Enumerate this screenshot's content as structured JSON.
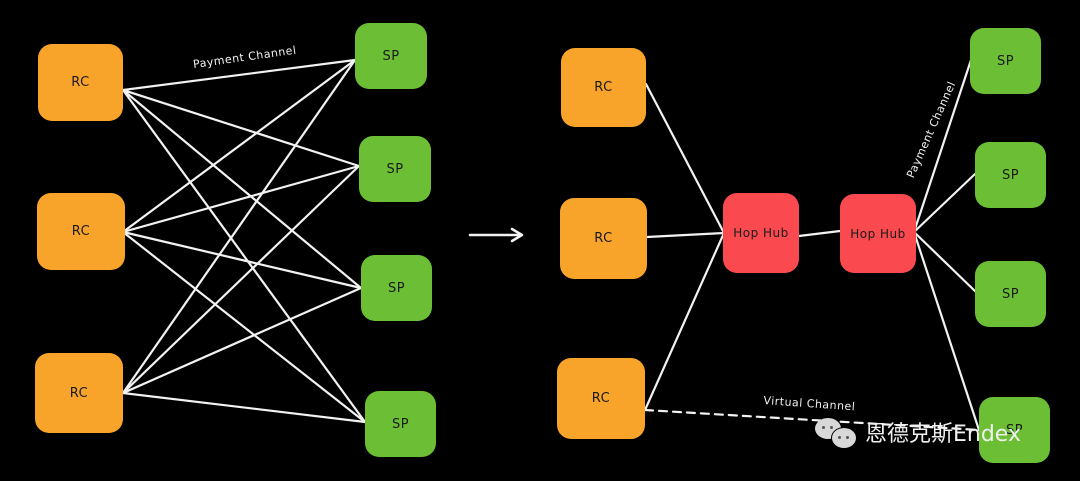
{
  "left_graph": {
    "rc_nodes": [
      {
        "id": "rc1",
        "label": "RC"
      },
      {
        "id": "rc2",
        "label": "RC"
      },
      {
        "id": "rc3",
        "label": "RC"
      }
    ],
    "sp_nodes": [
      {
        "id": "sp1",
        "label": "SP"
      },
      {
        "id": "sp2",
        "label": "SP"
      },
      {
        "id": "sp3",
        "label": "SP"
      },
      {
        "id": "sp4",
        "label": "SP"
      }
    ],
    "edges": [
      [
        "rc1",
        "sp1"
      ],
      [
        "rc1",
        "sp2"
      ],
      [
        "rc1",
        "sp3"
      ],
      [
        "rc1",
        "sp4"
      ],
      [
        "rc2",
        "sp1"
      ],
      [
        "rc2",
        "sp2"
      ],
      [
        "rc2",
        "sp3"
      ],
      [
        "rc2",
        "sp4"
      ],
      [
        "rc3",
        "sp1"
      ],
      [
        "rc3",
        "sp2"
      ],
      [
        "rc3",
        "sp3"
      ],
      [
        "rc3",
        "sp4"
      ]
    ],
    "edge_label": "Payment Channel"
  },
  "transition_arrow": "right-arrow",
  "right_graph": {
    "rc_nodes": [
      {
        "id": "rc1",
        "label": "RC"
      },
      {
        "id": "rc2",
        "label": "RC"
      },
      {
        "id": "rc3",
        "label": "RC"
      }
    ],
    "hub_nodes": [
      {
        "id": "hub1",
        "label": "Hop Hub"
      },
      {
        "id": "hub2",
        "label": "Hop Hub"
      }
    ],
    "sp_nodes": [
      {
        "id": "sp1",
        "label": "SP"
      },
      {
        "id": "sp2",
        "label": "SP"
      },
      {
        "id": "sp3",
        "label": "SP"
      },
      {
        "id": "sp4",
        "label": "SP"
      }
    ],
    "edges": [
      [
        "rc1",
        "hub1"
      ],
      [
        "rc2",
        "hub1"
      ],
      [
        "rc3",
        "hub1"
      ],
      [
        "hub1",
        "hub2"
      ],
      [
        "hub2",
        "sp1"
      ],
      [
        "hub2",
        "sp2"
      ],
      [
        "hub2",
        "sp3"
      ],
      [
        "hub2",
        "sp4"
      ]
    ],
    "virtual_edge": [
      "rc3",
      "sp4"
    ],
    "payment_label": "Payment Channel",
    "virtual_label": "Virtual Channel"
  },
  "colors": {
    "background": "#000000",
    "rc": "#f8a42a",
    "sp": "#6cbf34",
    "hub": "#fa4a50",
    "edge": "#f2f2f2"
  },
  "watermark": {
    "icon": "wechat-icon",
    "text": "恩德克斯Endex"
  }
}
